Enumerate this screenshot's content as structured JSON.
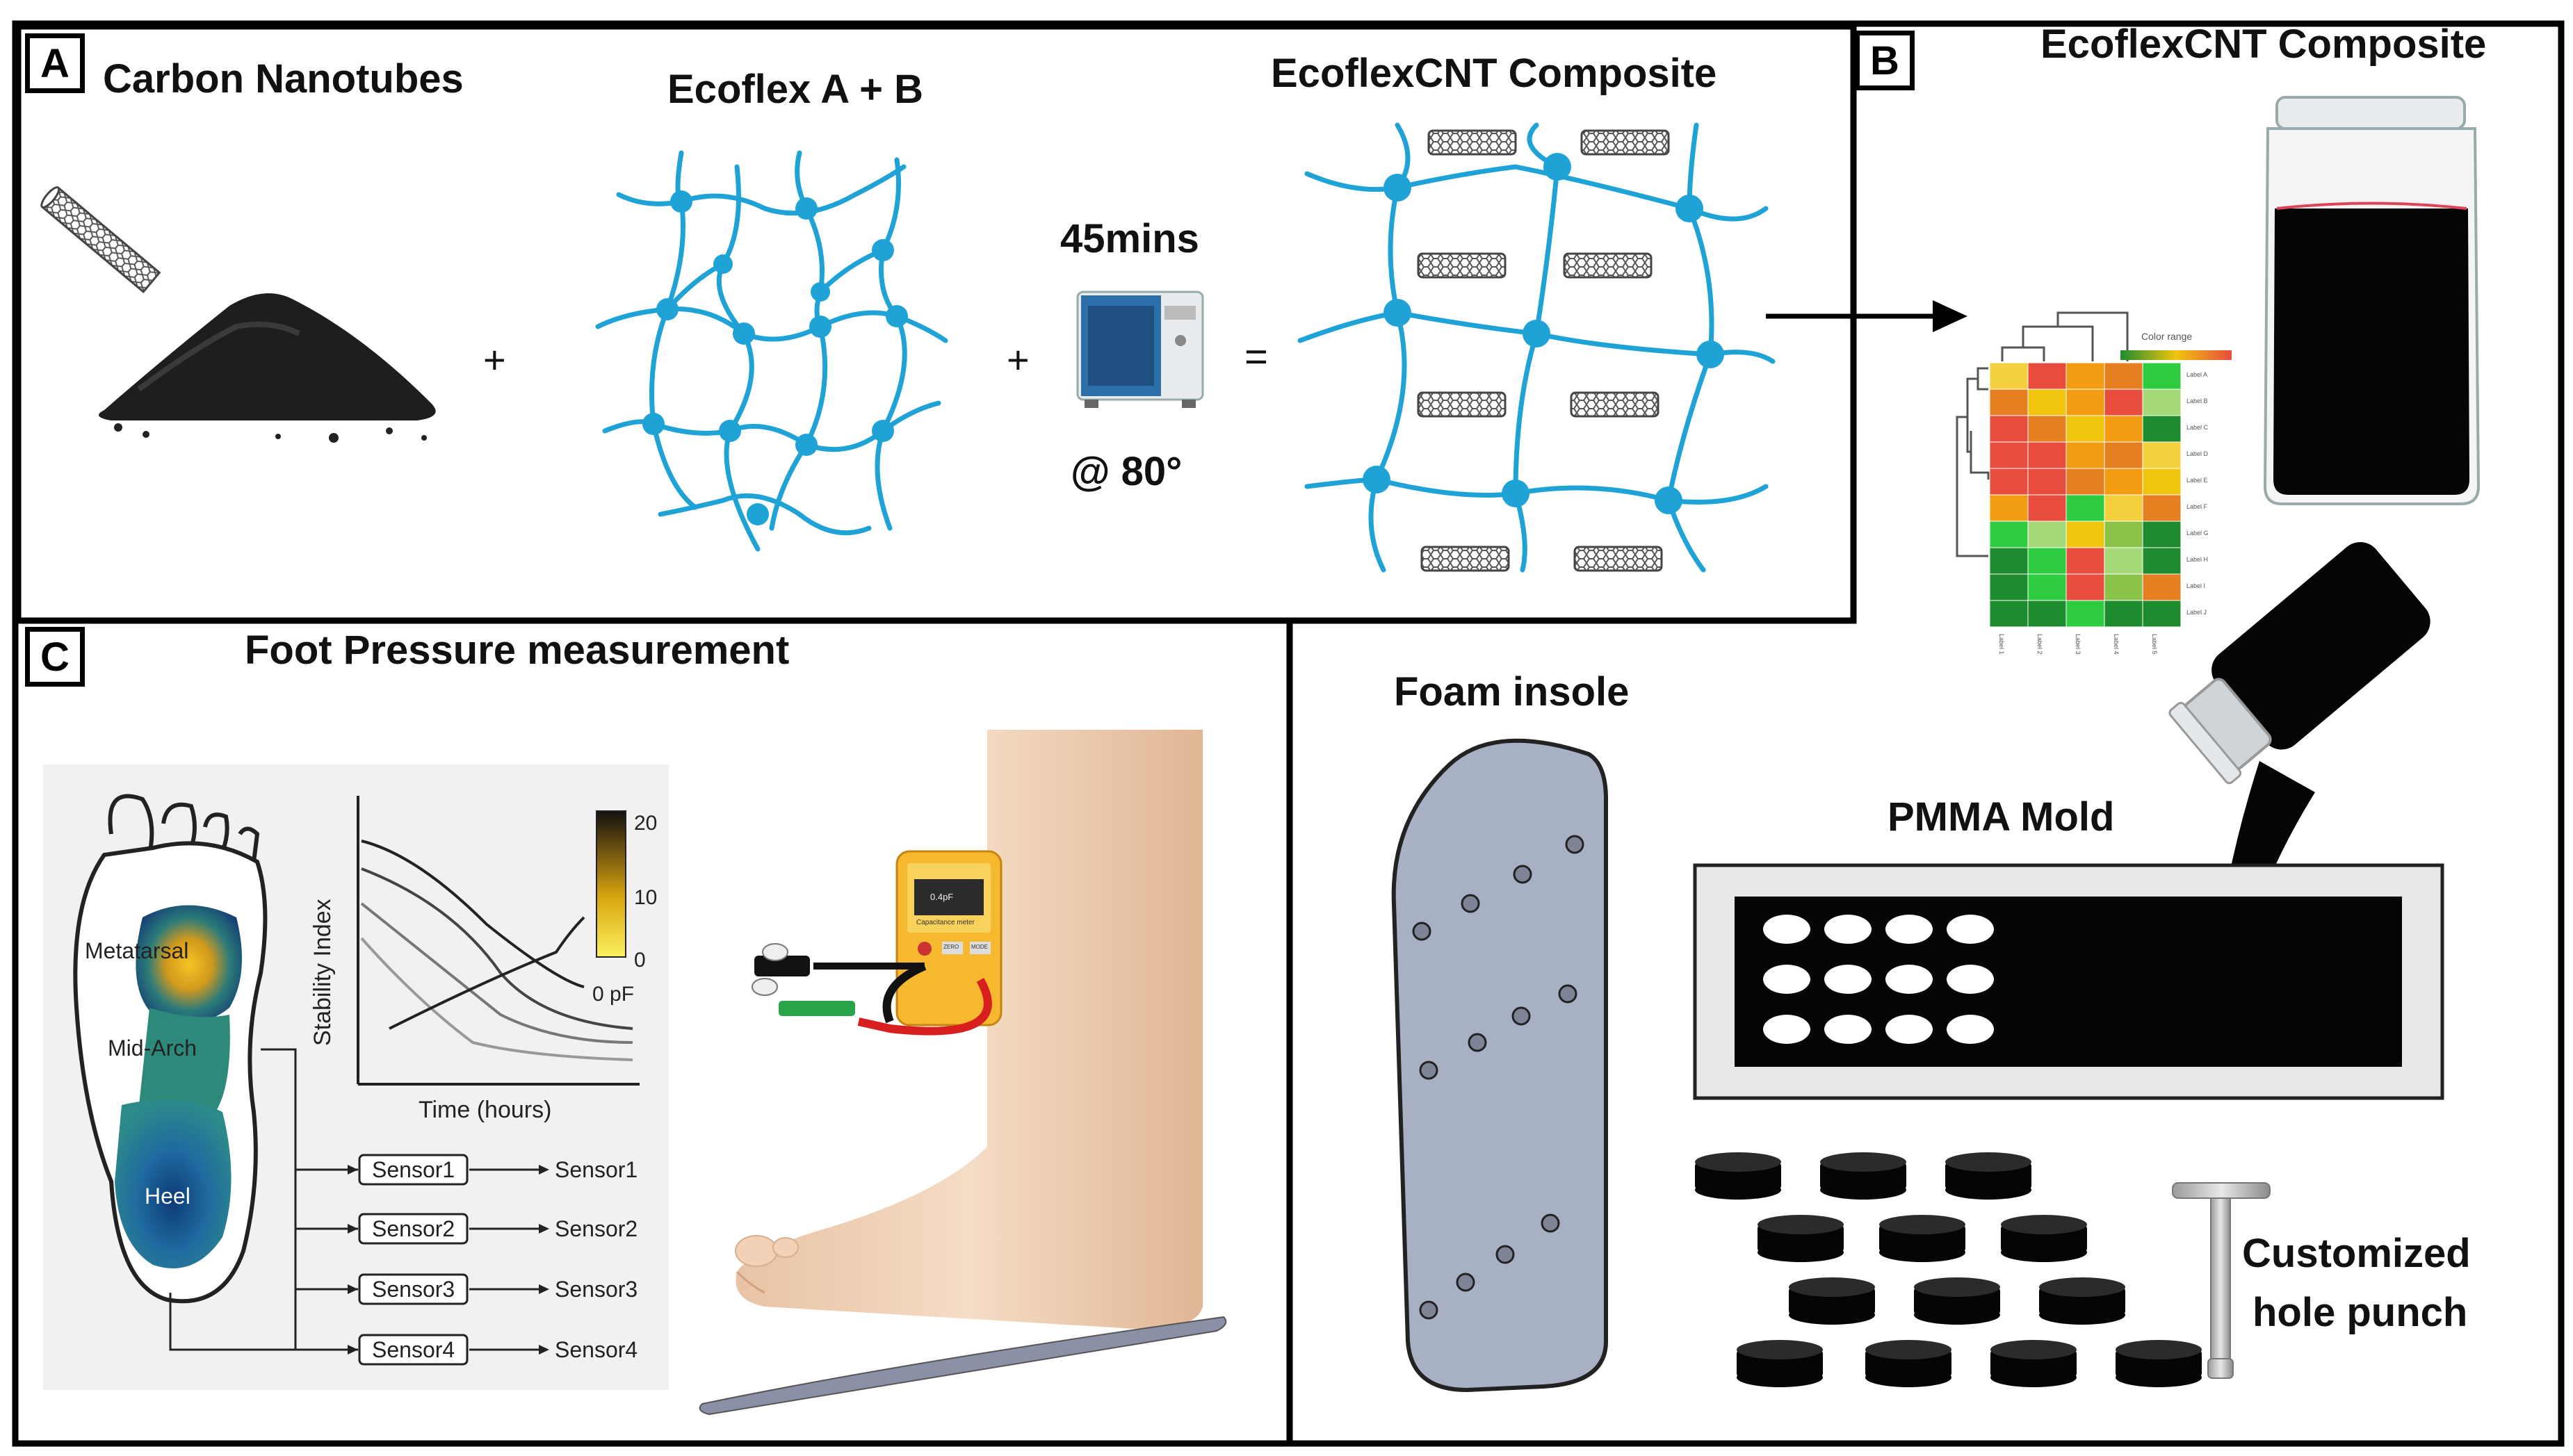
{
  "panels": {
    "a": {
      "letter": "A",
      "carbon_title": "Carbon Nanotubes",
      "ecoflex_title": "Ecoflex A + B",
      "composite_title": "EcoflexCNT Composite",
      "plus": "+",
      "equals": "=",
      "time": "45mins",
      "temp": "@ 80°"
    },
    "b": {
      "letter": "B",
      "composite_title": "EcoflexCNT Composite",
      "foam_title": "Foam insole",
      "mold_title": "PMMA Mold",
      "punch_title_line1": "Customized",
      "punch_title_line2": "hole punch",
      "heatmap_color_range": "Color range",
      "heatmap_row_labels": [
        "Label A",
        "Label B",
        "Label C",
        "Label D",
        "Label E",
        "Label F",
        "Label G",
        "Label H",
        "Label I",
        "Label J"
      ],
      "heatmap_col_labels": [
        "Label 1",
        "Label 2",
        "Label 3",
        "Label 4",
        "Label 5"
      ],
      "heatmap_colors": [
        [
          "#f4d03f",
          "#e74c3c",
          "#f39c12",
          "#e67e22",
          "#2ecc40"
        ],
        [
          "#e67e22",
          "#f1c40f",
          "#f39c12",
          "#e74c3c",
          "#a3d977"
        ],
        [
          "#e74c3c",
          "#e67e22",
          "#f1c40f",
          "#f39c12",
          "#1e8c2e"
        ],
        [
          "#e74c3c",
          "#e74c3c",
          "#f39c12",
          "#e67e22",
          "#f4d03f"
        ],
        [
          "#e74c3c",
          "#e74c3c",
          "#e67e22",
          "#f39c12",
          "#f1c40f"
        ],
        [
          "#f39c12",
          "#e74c3c",
          "#2ecc40",
          "#f4d03f",
          "#e67e22"
        ],
        [
          "#2ecc40",
          "#a3d977",
          "#f1c40f",
          "#8bc34a",
          "#1e8c2e"
        ],
        [
          "#1e8c2e",
          "#2ecc40",
          "#e74c3c",
          "#a3d977",
          "#1e8c2e"
        ],
        [
          "#1e8c2e",
          "#2ecc40",
          "#e74c3c",
          "#8bc34a",
          "#e67e22"
        ],
        [
          "#1e8c2e",
          "#1e8c2e",
          "#2ecc40",
          "#1e8c2e",
          "#1e8c2e"
        ]
      ]
    },
    "c": {
      "letter": "C",
      "title": "Foot Pressure measurement",
      "regions": [
        "Metatarsal",
        "Mid-Arch",
        "Heel"
      ],
      "ylabel": "Stability Index",
      "xlabel": "Time (hours)",
      "colorbar_ticks": [
        "20",
        "10",
        "0",
        "0 pF"
      ],
      "sensors": [
        "Sensor1",
        "Sensor2",
        "Sensor3",
        "Sensor4"
      ],
      "meter_reading": "0.4pF",
      "meter_label": "Capacitance meter",
      "meter_btn1": "ZERO",
      "meter_btn2": "MODE"
    }
  },
  "colors": {
    "network": "#1fa3d6",
    "ink": "#111111",
    "insole": "#a8b0c4"
  }
}
